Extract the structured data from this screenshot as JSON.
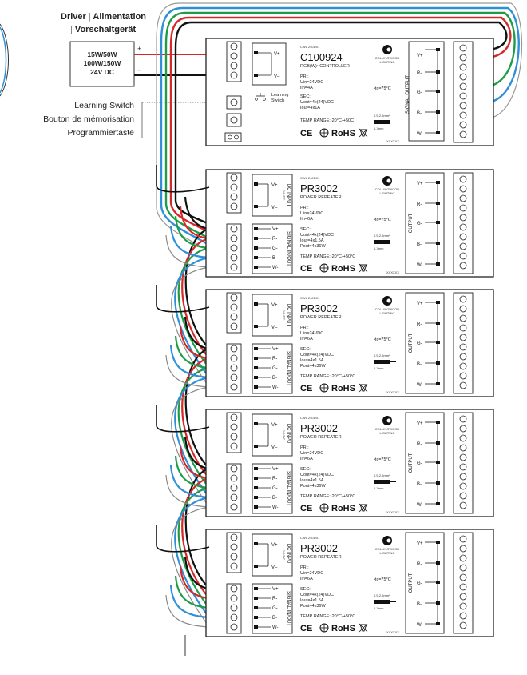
{
  "driver": {
    "title_1": "Driver",
    "title_2": "Alimentation",
    "title_3": "Vorschaltgerät",
    "sep": "|",
    "spec_1": "15W/50W",
    "spec_2": "100W/150W",
    "spec_3": "24V DC",
    "plus": "+",
    "minus": "–"
  },
  "learning_switch": {
    "line_1": "Learning Switch",
    "line_2": "Bouton de mémorisation",
    "line_3": "Programmiertaste"
  },
  "controller": {
    "small_code": "CWL 2401/01",
    "model": "C100924",
    "subtitle": "RGB(W)• CONTROLLER",
    "pri": "PRI:",
    "uin": "Uin=24VDC",
    "iin": "Iin=4A",
    "sec": "SEC:",
    "uout": "Uout=4x(24)VDC",
    "iout": "Iout=4x1A",
    "temp": "TEMP RANGE:-20°C-+50C",
    "tc": "•tc=75°C",
    "v_plus": "V+",
    "v_minus": "V–",
    "learning": "Learning",
    "switch": "Switch",
    "signal_output": "SIGNAL OUTPUT",
    "out_labels": [
      "V+",
      "R-",
      "G-",
      "B-",
      "W-"
    ],
    "wire_1": "0.5-2.5mm²",
    "wire_2": "6-7mm",
    "serial": "XXXXXX"
  },
  "repeater": {
    "small_code": "CWL 2401/01",
    "model": "PR3002",
    "subtitle": "POWER REPEATER",
    "pri": "PRI:",
    "uin": "Uin=24VDC",
    "iin": "Iin=6A",
    "sec": "SEC:",
    "uout": "Uout=4x(24)VDC",
    "iout": "Iout=4x1.5A",
    "pout": "Pout=4x36W",
    "temp": "TEMP RANGE:-20°C-+50°C",
    "tc": "•tc=75°C",
    "dc_input": "DC INPUT",
    "dc_input_sub": "24VDC",
    "signal_inout": "SIGNAL IN/OUT",
    "output": "OUTPUT",
    "v_plus": "V+",
    "v_minus": "V–",
    "sig_labels": [
      "V+",
      "R-",
      "G-",
      "B-",
      "W-"
    ],
    "out_labels": [
      "V+",
      "R-",
      "G-",
      "B-",
      "W-"
    ],
    "wire_1": "0.5-2.5mm²",
    "wire_2": "6-7mm",
    "serial": "XXXXXX"
  },
  "brand": {
    "name": "COLLINGWOOD",
    "sub": "LIGHTING"
  },
  "marks": {
    "ce": "CE",
    "rohs": "RoHS"
  },
  "colors": {
    "red": "#d42a2a",
    "green": "#1f9c48",
    "blue": "#2f8fd8",
    "black": "#111111",
    "white_wire": "#ffffff"
  }
}
